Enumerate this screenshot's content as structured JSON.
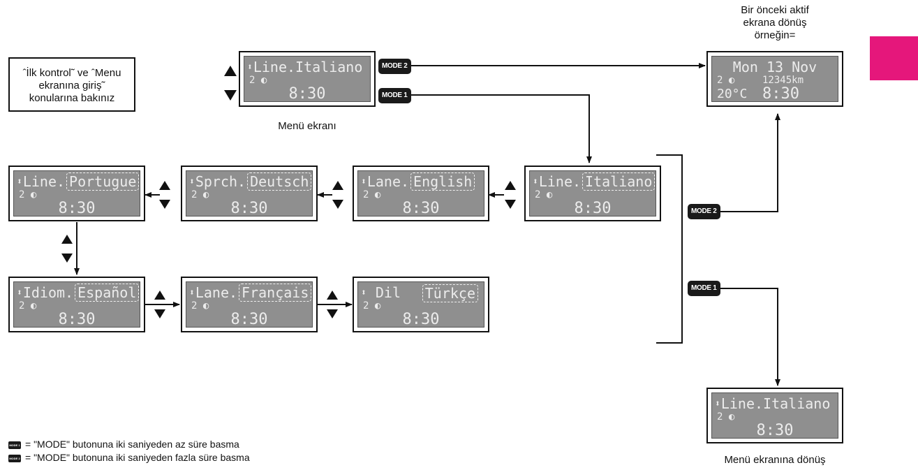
{
  "note_box": {
    "line1": "ˆİlk kontrol˜ ve ˆMenu",
    "line2": "ekranına giriş˜",
    "line3": "konularına bakınız"
  },
  "captions": {
    "menu_screen": "Menü ekranı",
    "return_menu": "Menü ekranına dönüş",
    "previous_line1": "Bir önceki aktif",
    "previous_line2": "ekrana dönüş",
    "previous_line3": "örneğin="
  },
  "modes": {
    "mode1": "MODE 1",
    "mode2": "MODE 2",
    "mode1_mini": "MODE 1",
    "mode2_mini": "MODE 2"
  },
  "legend": {
    "mode1_text": "= \"MODE\" butonuna iki saniyeden az süre basma",
    "mode2_text": "= \"MODE\" butonuna iki saniyeden fazla süre basma"
  },
  "lcd_common": {
    "updown": "⬍",
    "status": "2 ◐",
    "time": "8:30"
  },
  "lcds": {
    "menu": {
      "label": "Line.",
      "value": "Italiano"
    },
    "italiano": {
      "label": "Line.",
      "value": "Italiano"
    },
    "english": {
      "label": "Lane.",
      "value": "English"
    },
    "deutsch": {
      "label": "Sprch.",
      "value": "Deutsch"
    },
    "portugues": {
      "label": "Line.",
      "value": "Portugue"
    },
    "espanol": {
      "label": "Idiom.",
      "value": "Español"
    },
    "francais": {
      "label": "Lane.",
      "value": "Français"
    },
    "turkce": {
      "label": "Dil",
      "value": "Türkçe"
    },
    "return": {
      "label": "Line.",
      "value": "Italiano"
    },
    "previous": {
      "date": "Mon 13 Nov",
      "status": "2 ◐",
      "odometer": "12345km",
      "temp": "20°C",
      "time": "8:30"
    }
  },
  "icons": {
    "up_down_arrows": "up-down-arrows-icon",
    "power": "power-icon"
  },
  "colors": {
    "lcd_bg": "#8f8f8f",
    "lcd_text": "#ececec",
    "accent_tab": "#e5177b",
    "mode_badge": "#1a1a1a"
  }
}
